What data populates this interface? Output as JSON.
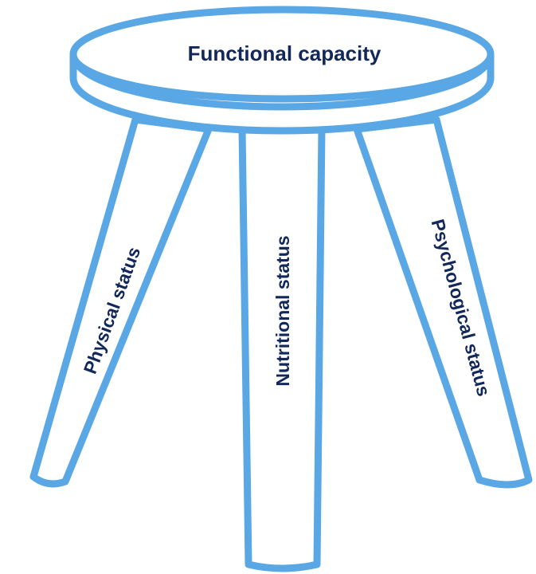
{
  "seat": {
    "label": "Functional capacity"
  },
  "legs": {
    "left": {
      "label": "Physical status"
    },
    "middle": {
      "label": "Nutritional status"
    },
    "right": {
      "label": "Psychological status"
    }
  },
  "colors": {
    "outline": "#5aa7e6",
    "text": "#12285a",
    "fill": "#ffffff"
  }
}
